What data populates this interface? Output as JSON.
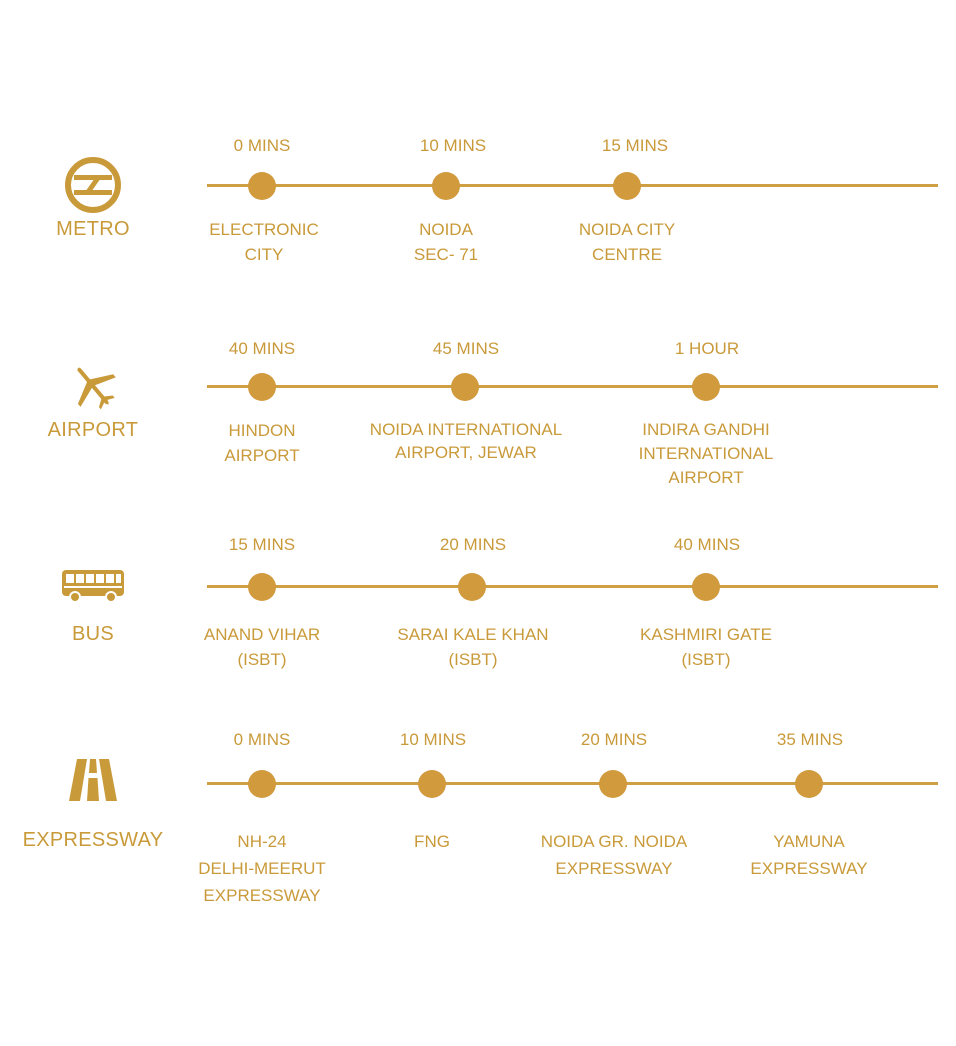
{
  "colors": {
    "accent": "#c99a3a",
    "dot": "#d09a3d",
    "line": "#cfa043",
    "background": "#ffffff"
  },
  "rows": [
    {
      "mode": "METRO",
      "icon": "metro-logo-icon",
      "stops": [
        {
          "time": "0 MINS",
          "place": [
            "ELECTRONIC",
            "CITY"
          ]
        },
        {
          "time": "10 MINS",
          "place": [
            "NOIDA",
            "SEC- 71"
          ]
        },
        {
          "time": "15 MINS",
          "place": [
            "NOIDA CITY",
            "CENTRE"
          ]
        }
      ]
    },
    {
      "mode": "AIRPORT",
      "icon": "airplane-icon",
      "stops": [
        {
          "time": "40 MINS",
          "place": [
            "HINDON",
            "AIRPORT"
          ]
        },
        {
          "time": "45 MINS",
          "place": [
            "NOIDA INTERNATIONAL",
            "AIRPORT, JEWAR"
          ]
        },
        {
          "time": "1 HOUR",
          "place": [
            "INDIRA GANDHI",
            "INTERNATIONAL",
            "AIRPORT"
          ]
        }
      ]
    },
    {
      "mode": "BUS",
      "icon": "bus-icon",
      "stops": [
        {
          "time": "15 MINS",
          "place": [
            "ANAND VIHAR",
            "(ISBT)"
          ]
        },
        {
          "time": "20 MINS",
          "place": [
            "SARAI KALE KHAN",
            "(ISBT)"
          ]
        },
        {
          "time": "40 MINS",
          "place": [
            "KASHMIRI GATE",
            "(ISBT)"
          ]
        }
      ]
    },
    {
      "mode": "EXPRESSWAY",
      "icon": "road-icon",
      "stops": [
        {
          "time": "0 MINS",
          "place": [
            "NH-24",
            "DELHI-MEERUT",
            "EXPRESSWAY"
          ]
        },
        {
          "time": "10 MINS",
          "place": [
            "FNG"
          ]
        },
        {
          "time": "20 MINS",
          "place": [
            "NOIDA GR. NOIDA",
            "EXPRESSWAY"
          ]
        },
        {
          "time": "35 MINS",
          "place": [
            "YAMUNA",
            "EXPRESSWAY"
          ]
        }
      ]
    }
  ]
}
